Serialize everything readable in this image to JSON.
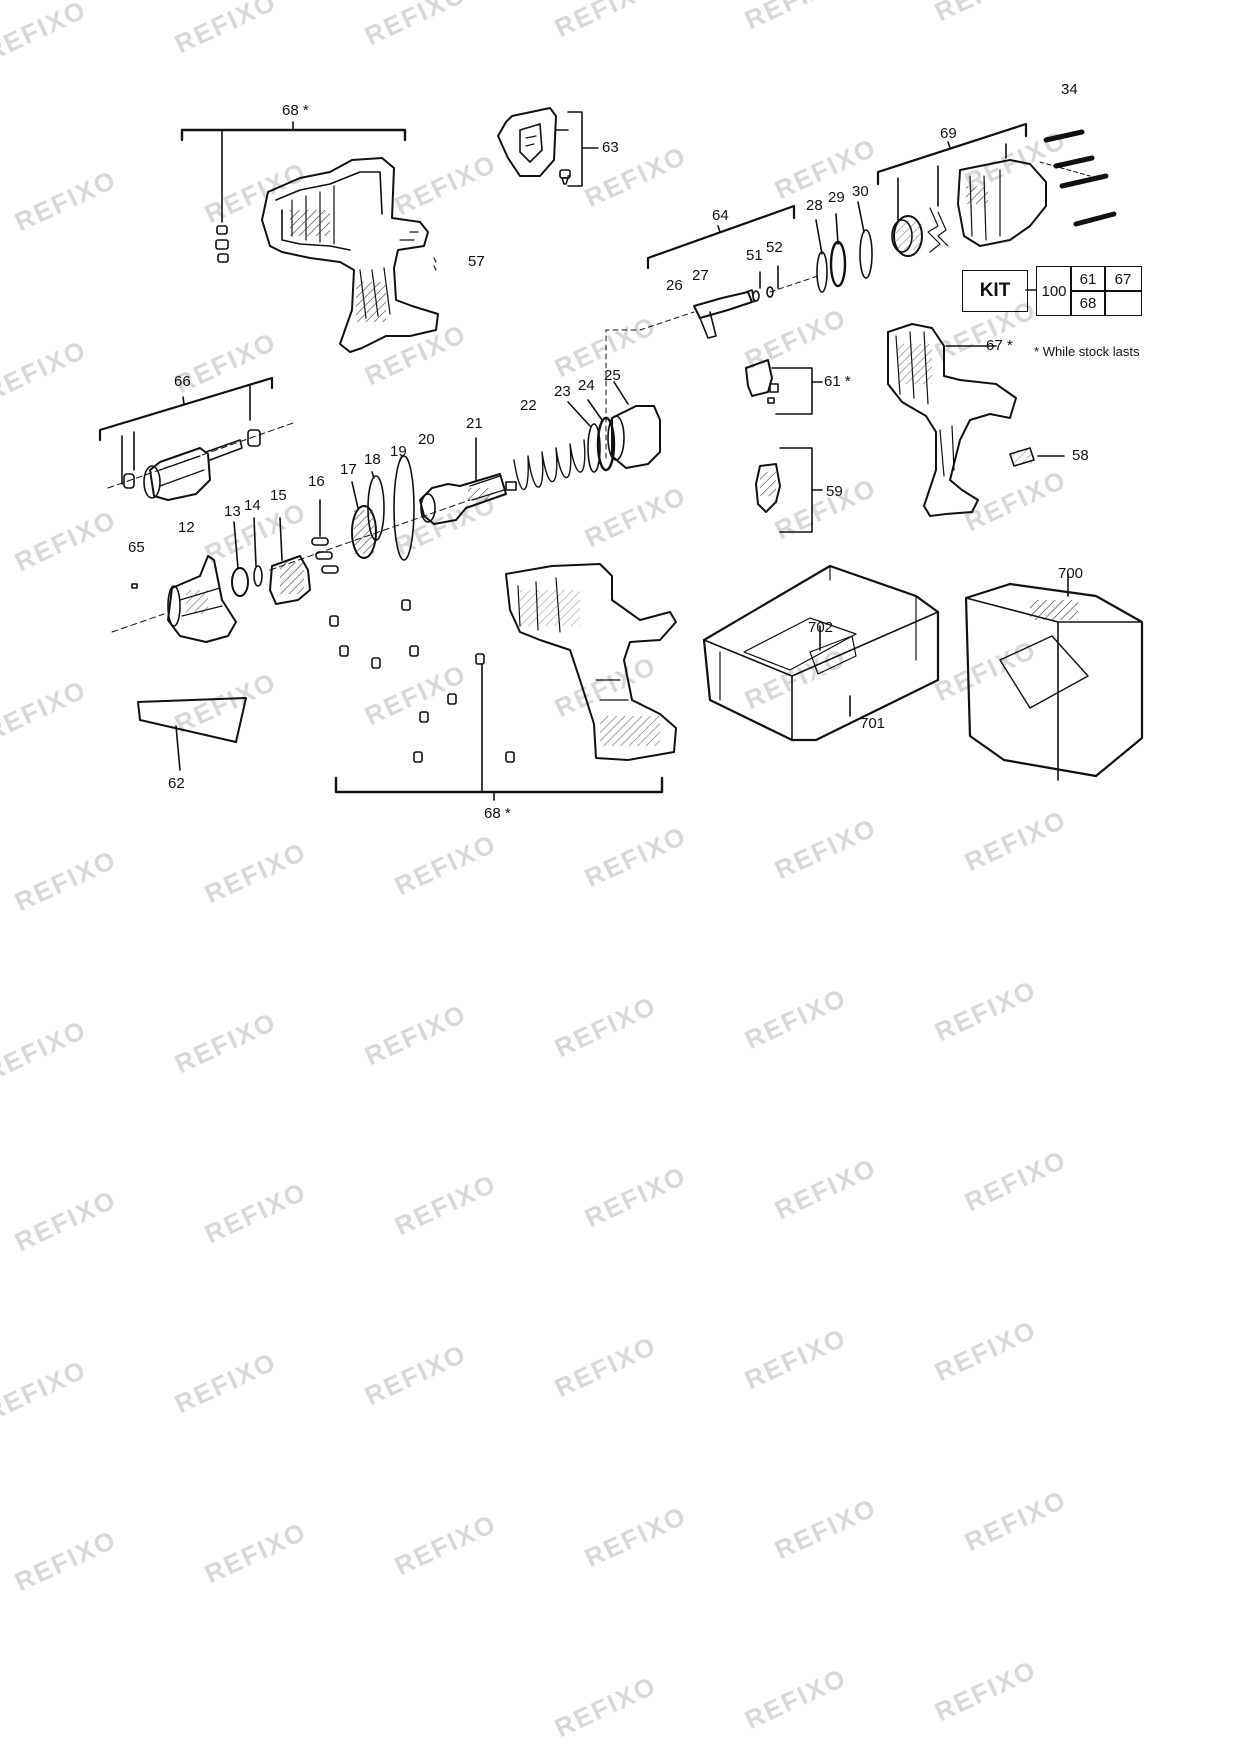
{
  "watermark": "REFIXO",
  "callouts": [
    {
      "id": "c68a",
      "text": "68",
      "star": true
    },
    {
      "id": "c63",
      "text": "63"
    },
    {
      "id": "c34",
      "text": "34"
    },
    {
      "id": "c69",
      "text": "69"
    },
    {
      "id": "c57",
      "text": "57"
    },
    {
      "id": "c64",
      "text": "64"
    },
    {
      "id": "c28",
      "text": "28"
    },
    {
      "id": "c29",
      "text": "29"
    },
    {
      "id": "c30",
      "text": "30"
    },
    {
      "id": "c51",
      "text": "51"
    },
    {
      "id": "c52",
      "text": "52"
    },
    {
      "id": "c26",
      "text": "26"
    },
    {
      "id": "c27",
      "text": "27"
    },
    {
      "id": "c67",
      "text": "67",
      "star": true
    },
    {
      "id": "c66",
      "text": "66"
    },
    {
      "id": "c22",
      "text": "22"
    },
    {
      "id": "c23",
      "text": "23"
    },
    {
      "id": "c24",
      "text": "24"
    },
    {
      "id": "c25",
      "text": "25"
    },
    {
      "id": "c61",
      "text": "61",
      "star": true
    },
    {
      "id": "c21",
      "text": "21"
    },
    {
      "id": "c20",
      "text": "20"
    },
    {
      "id": "c19",
      "text": "19"
    },
    {
      "id": "c18",
      "text": "18"
    },
    {
      "id": "c17",
      "text": "17"
    },
    {
      "id": "c16",
      "text": "16"
    },
    {
      "id": "c15",
      "text": "15"
    },
    {
      "id": "c14",
      "text": "14"
    },
    {
      "id": "c13",
      "text": "13"
    },
    {
      "id": "c12",
      "text": "12"
    },
    {
      "id": "c65",
      "text": "65"
    },
    {
      "id": "c58",
      "text": "58"
    },
    {
      "id": "c59",
      "text": "59"
    },
    {
      "id": "c700",
      "text": "700"
    },
    {
      "id": "c702",
      "text": "702"
    },
    {
      "id": "c701",
      "text": "701"
    },
    {
      "id": "c62",
      "text": "62"
    },
    {
      "id": "c68b",
      "text": "68",
      "star": true
    }
  ],
  "star_symbol": "*",
  "kit": {
    "label": "KIT",
    "number": "100",
    "items": [
      "61",
      "67",
      "68",
      ""
    ]
  },
  "note": "While stock lasts"
}
